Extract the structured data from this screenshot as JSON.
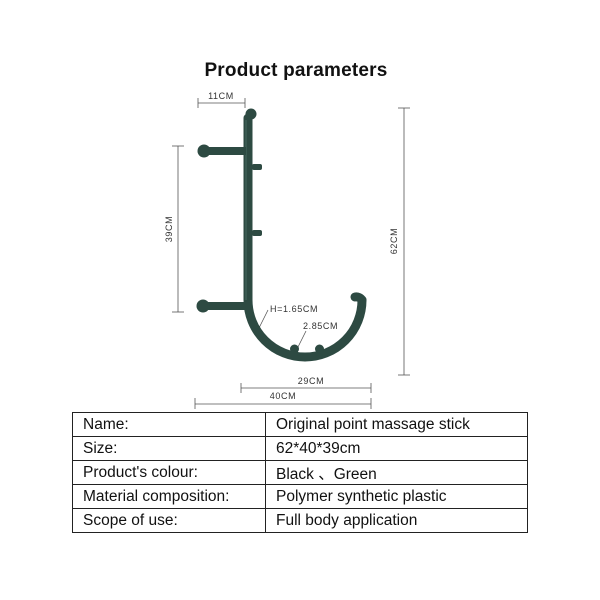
{
  "title": "Product parameters",
  "dimensions": {
    "width_top": "11CM",
    "height_hooks": "39CM",
    "height_total": "62CM",
    "thickness": "H=1.65CM",
    "knob_diameter": "2.85CM",
    "curve_width": "29CM",
    "overall_width": "40CM"
  },
  "colors": {
    "product": "#2d4a42",
    "product_highlight": "#3f5f56",
    "table_border": "#222222"
  },
  "table": {
    "rows": [
      {
        "label": "Name:",
        "value": "Original point massage stick"
      },
      {
        "label": "Size:",
        "value": "62*40*39cm"
      },
      {
        "label": "Product's colour:",
        "value": "Black 、Green"
      },
      {
        "label": "Material composition:",
        "value": "Polymer synthetic plastic"
      },
      {
        "label": "Scope of use:",
        "value": "Full body application"
      }
    ]
  }
}
